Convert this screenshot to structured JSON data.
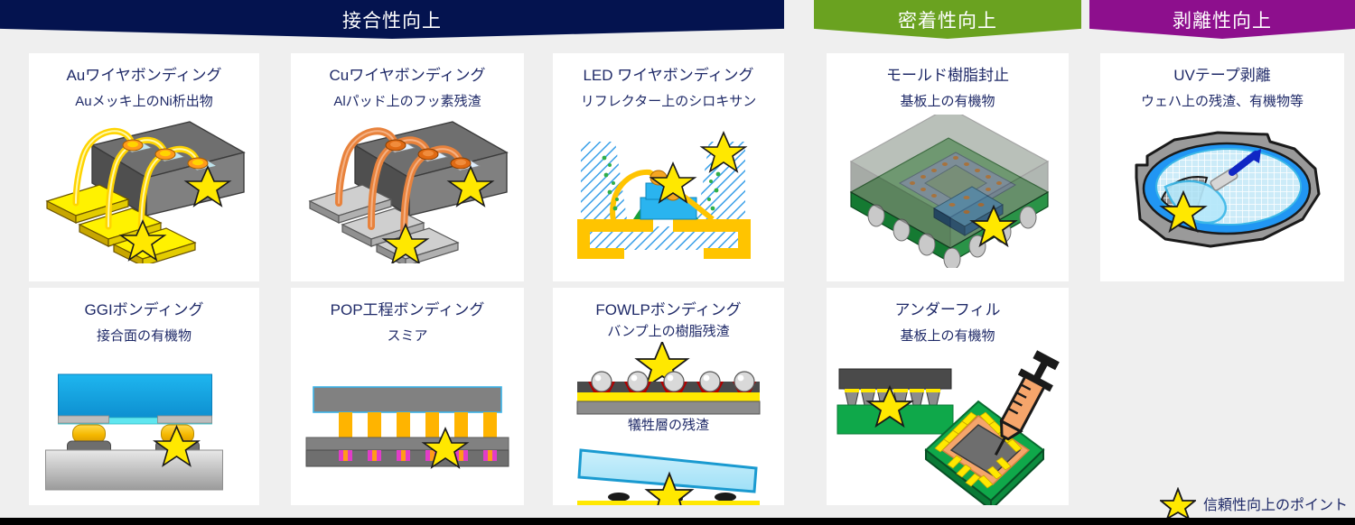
{
  "headers": [
    {
      "id": "bonding",
      "label": "接合性向上",
      "color": "#04134f"
    },
    {
      "id": "adhesion",
      "label": "密着性向上",
      "color": "#6aa220"
    },
    {
      "id": "peeling",
      "label": "剥離性向上",
      "color": "#8d0f8d"
    }
  ],
  "cards": [
    {
      "id": "au-wire-bonding",
      "title": "Auワイヤボンディング",
      "subtitle": "Auメッキ上のNi析出物"
    },
    {
      "id": "cu-wire-bonding",
      "title": "Cuワイヤボンディング",
      "subtitle": "Alパッド上のフッ素残渣"
    },
    {
      "id": "led-wire-bonding",
      "title": "LED ワイヤボンディング",
      "subtitle": "リフレクター上のシロキサン"
    },
    {
      "id": "mold-resin-seal",
      "title": "モールド樹脂封止",
      "subtitle": "基板上の有機物"
    },
    {
      "id": "uv-tape-peel",
      "title": "UVテープ剥離",
      "subtitle": "ウェハ上の残渣、有機物等"
    },
    {
      "id": "ggi-bonding",
      "title": "GGIボンディング",
      "subtitle": "接合面の有機物"
    },
    {
      "id": "pop-bonding",
      "title": "POP工程ボンディング",
      "subtitle": "スミア"
    },
    {
      "id": "fowlp-bonding",
      "title": "FOWLPボンディング",
      "subtitle": "バンプ上の樹脂残渣",
      "subtitle2": "犠牲層の残渣"
    },
    {
      "id": "underfill",
      "title": "アンダーフィル",
      "subtitle": "基板上の有機物"
    }
  ],
  "legend": {
    "label": "信頼性向上のポイント",
    "marker": "star-icon",
    "marker_color": "#ffe800"
  },
  "colors": {
    "text": "#1f2a68",
    "page_bg": "#efefef",
    "card_bg": "#ffffff",
    "star": "#ffe800",
    "gold": "#ffd400",
    "copper": "#e8823c",
    "gray_chip": "#6b6b6b",
    "green_substrate": "#12a04a",
    "die_blue": "#17a8e0"
  }
}
